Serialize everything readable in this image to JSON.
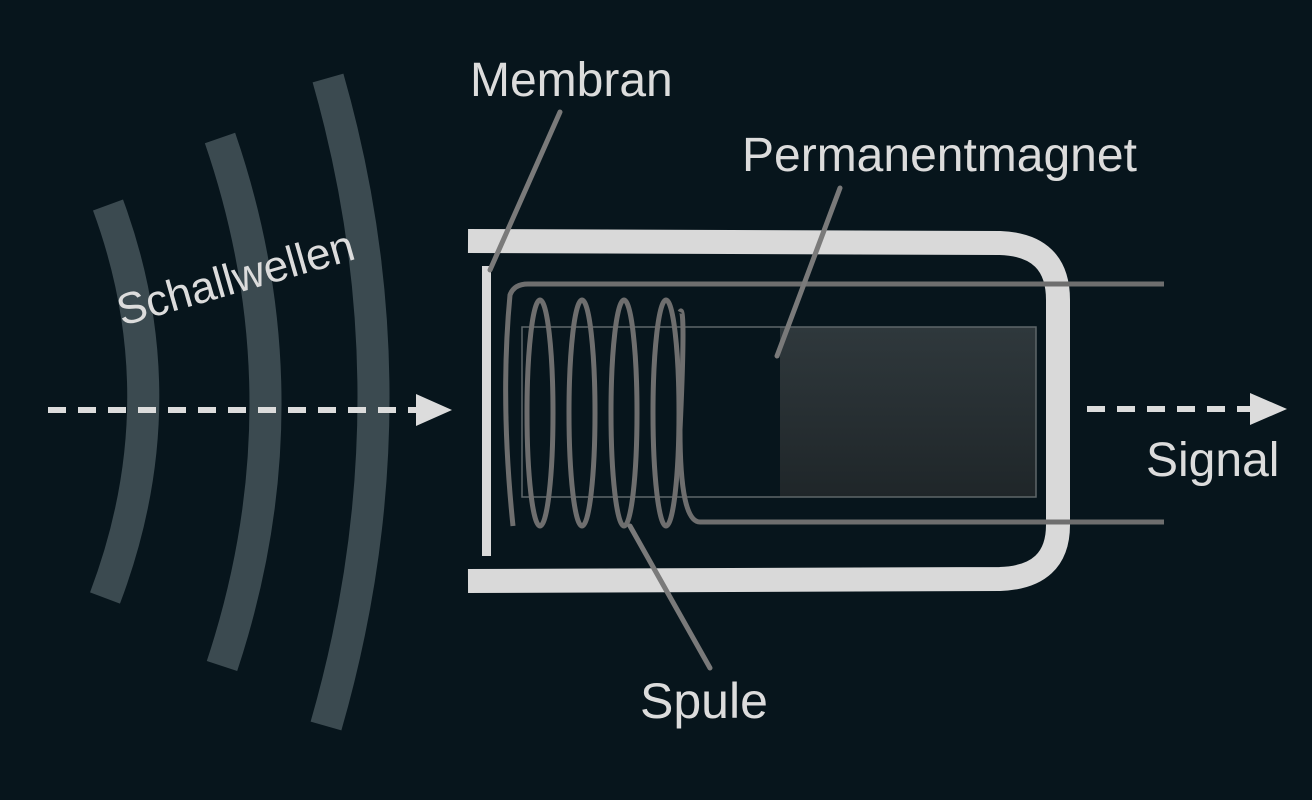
{
  "labels": {
    "membrane": "Membran",
    "magnet": "Permanentmagnet",
    "sound_waves": "Schallwellen",
    "coil": "Spule",
    "signal": "Signal"
  },
  "colors": {
    "background": "#07151c",
    "outline": "#d9d9d9",
    "wire": "#6e6e6e",
    "leader": "#7a7a7a",
    "waves": "#3b4a50",
    "magnet_fill": "#2c3438",
    "text": "#dcdcdc"
  }
}
